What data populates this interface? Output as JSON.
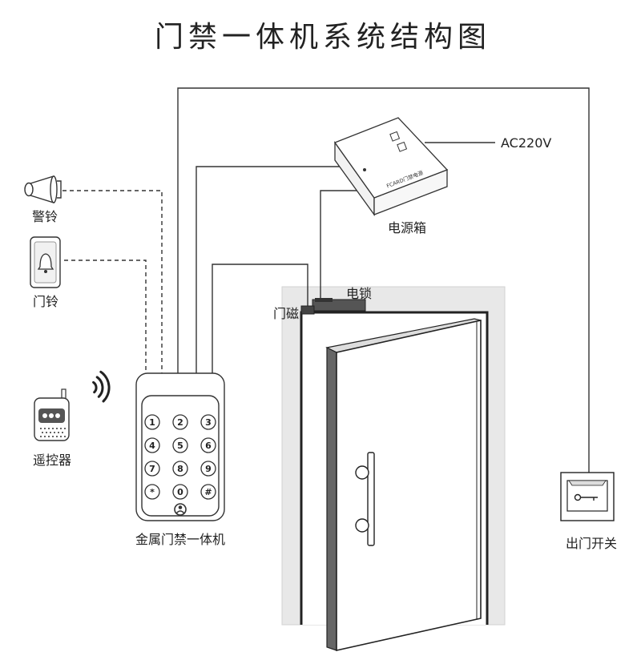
{
  "title": "门禁一体机系统结构图",
  "labels": {
    "alarm_bell": "警铃",
    "door_bell": "门铃",
    "remote": "遥控器",
    "access_unit": "金属门禁一体机",
    "power_box": "电源箱",
    "ac_input": "AC220V",
    "electric_lock": "电锁",
    "door_magnet": "门磁",
    "exit_switch": "出门开关"
  },
  "power_box_print": "FCARD门禁电源",
  "keypad": {
    "keys": [
      "1",
      "2",
      "3",
      "4",
      "5",
      "6",
      "7",
      "8",
      "9",
      "*",
      "0",
      "#"
    ]
  },
  "icons": {
    "alarm_bell": "alarm-bell-icon",
    "door_bell": "door-bell-icon",
    "remote": "remote-control-icon",
    "wireless": "wireless-signal-icon",
    "exit_switch": "exit-button-icon",
    "keypad_bottom": "person-icon"
  },
  "colors": {
    "line": "#333333",
    "frame": "#e8e8e8",
    "door_edge": "#666666"
  }
}
